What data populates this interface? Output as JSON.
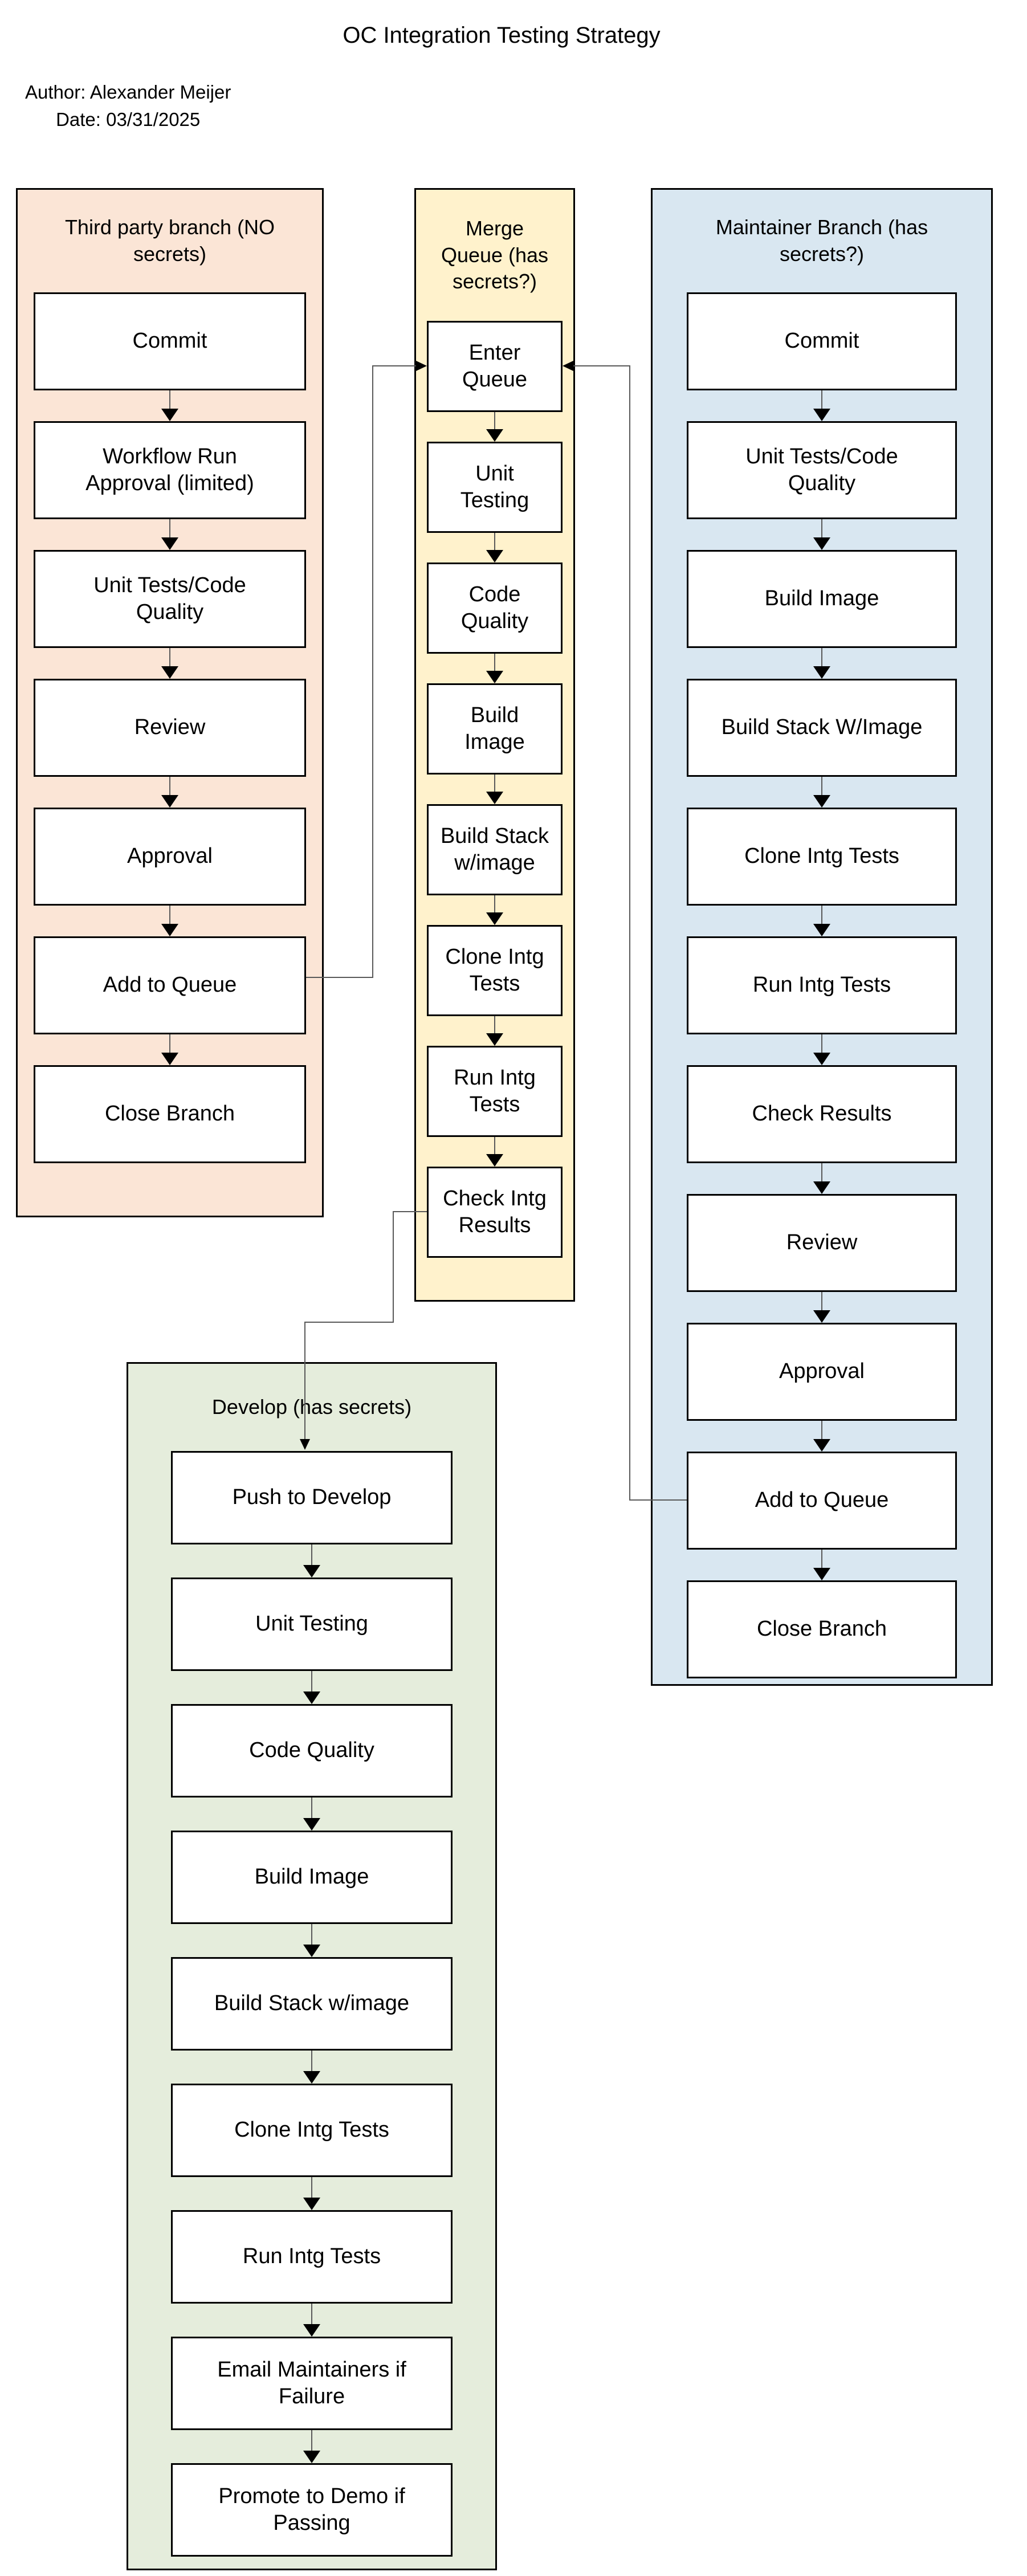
{
  "page": {
    "title": "OC Integration Testing Strategy",
    "author_line": "Author: Alexander Meijer",
    "date_line": "Date: 03/31/2025"
  },
  "colors": {
    "third_party_bg": "#FBE5D6",
    "merge_queue_bg": "#FFF2CC",
    "maintainer_bg": "#D9E7F1",
    "develop_bg": "#E5EDDC",
    "box_bg": "#FFFFFF",
    "border": "#000000",
    "connector_line": "#595959",
    "arrowhead": "#000000"
  },
  "columns": {
    "third_party": {
      "header": "Third party branch (NO\nsecrets)",
      "boxes": [
        "Commit",
        "Workflow Run\nApproval (limited)",
        "Unit Tests/Code\nQuality",
        "Review",
        "Approval",
        "Add to Queue",
        "Close Branch"
      ]
    },
    "merge_queue": {
      "header": "Merge\nQueue (has\nsecrets?)",
      "boxes": [
        "Enter\nQueue",
        "Unit\nTesting",
        "Code\nQuality",
        "Build\nImage",
        "Build Stack\nw/image",
        "Clone Intg\nTests",
        "Run Intg\nTests",
        "Check Intg\nResults"
      ]
    },
    "maintainer": {
      "header": "Maintainer Branch (has\nsecrets?)",
      "boxes": [
        "Commit",
        "Unit Tests/Code\nQuality",
        "Build Image",
        "Build Stack W/Image",
        "Clone Intg Tests",
        "Run Intg Tests",
        "Check Results",
        "Review",
        "Approval",
        "Add to Queue",
        "Close Branch"
      ]
    },
    "develop": {
      "header": "Develop (has secrets)",
      "boxes": [
        "Push to Develop",
        "Unit Testing",
        "Code Quality",
        "Build Image",
        "Build Stack w/image",
        "Clone Intg Tests",
        "Run Intg Tests",
        "Email Maintainers if\nFailure",
        "Promote to Demo if\nPassing"
      ]
    }
  },
  "connections": [
    {
      "from": "Third party branch / Add to Queue",
      "to": "Merge Queue / Enter Queue"
    },
    {
      "from": "Maintainer Branch / Add to Queue",
      "to": "Merge Queue / Enter Queue"
    },
    {
      "from": "Merge Queue / Check Intg Results",
      "to": "Develop / Push to Develop"
    }
  ]
}
